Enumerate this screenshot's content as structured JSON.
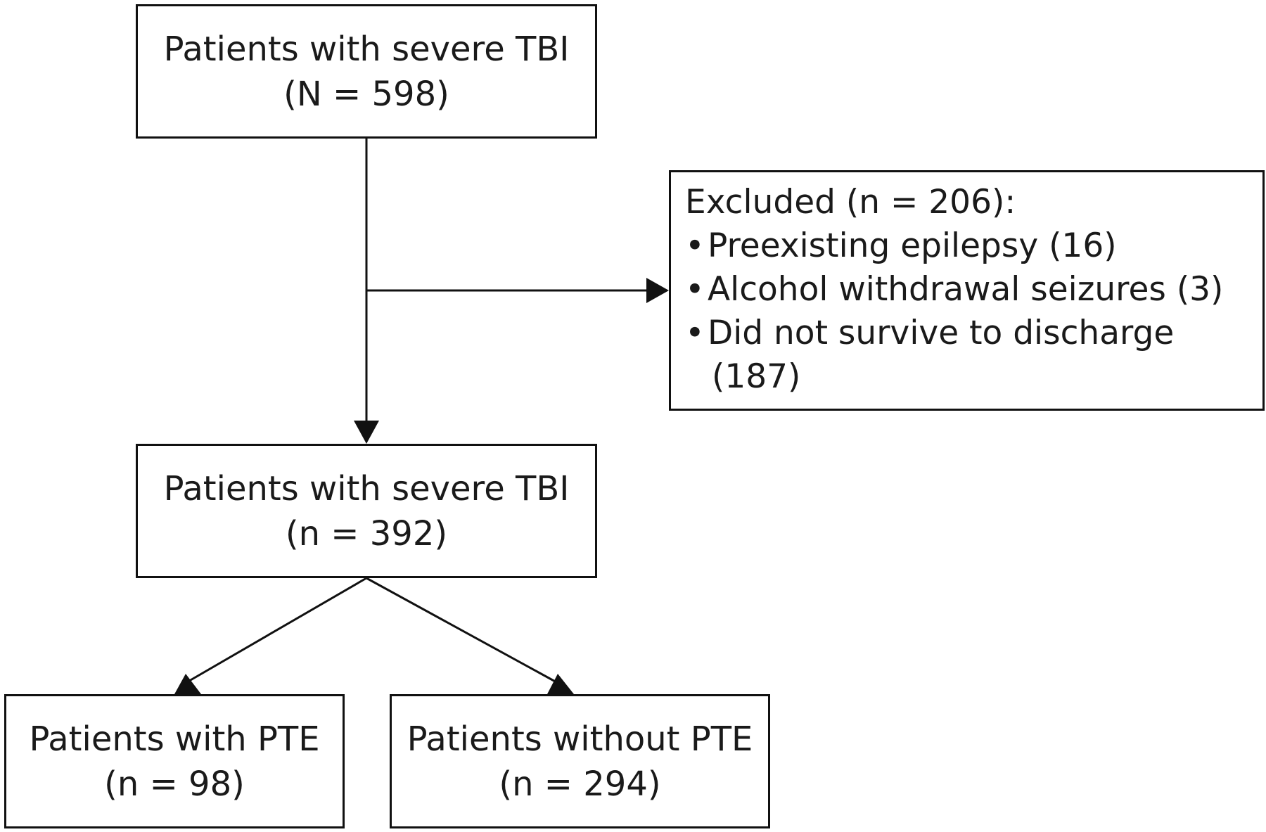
{
  "flowchart": {
    "total": {
      "label": "Patients with severe TBI",
      "count": "(N = 598)"
    },
    "excluded": {
      "title": "Excluded (n = 206):",
      "reasons": [
        {
          "bullet": "•",
          "text": "Preexisting epilepsy (16)"
        },
        {
          "bullet": "•",
          "text": "Alcohol withdrawal seizures (3)"
        },
        {
          "bullet": "•",
          "text": "Did not survive to discharge",
          "count": "(187)"
        }
      ]
    },
    "cohort": {
      "label": "Patients with severe TBI",
      "count": "(n = 392)"
    },
    "with_pte": {
      "label": "Patients with PTE",
      "count": "(n = 98)"
    },
    "without_pte": {
      "label": "Patients without PTE",
      "count": "(n = 294)"
    }
  },
  "colors": {
    "line": "#111111",
    "text": "#1a1a1a",
    "background": "#ffffff"
  }
}
